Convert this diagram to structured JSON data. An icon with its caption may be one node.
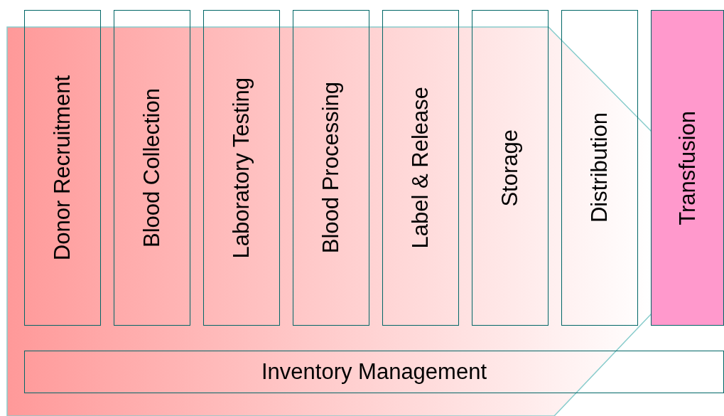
{
  "diagram": {
    "nodes": [
      {
        "text": [
          "Donor Recruitment"
        ]
      },
      {
        "text": [
          "Blood Collection"
        ]
      },
      {
        "text": [
          "Laboratory Testing"
        ]
      },
      {
        "text": [
          "Blood Processing"
        ]
      },
      {
        "text": [
          "Label & Release"
        ]
      },
      {
        "text": [
          "Storage"
        ]
      },
      {
        "text": [
          "Distribution"
        ]
      },
      {
        "text": [
          "Transfusion"
        ]
      },
      {
        "text": [
          "Inventory Management"
        ]
      }
    ],
    "edges": []
  }
}
